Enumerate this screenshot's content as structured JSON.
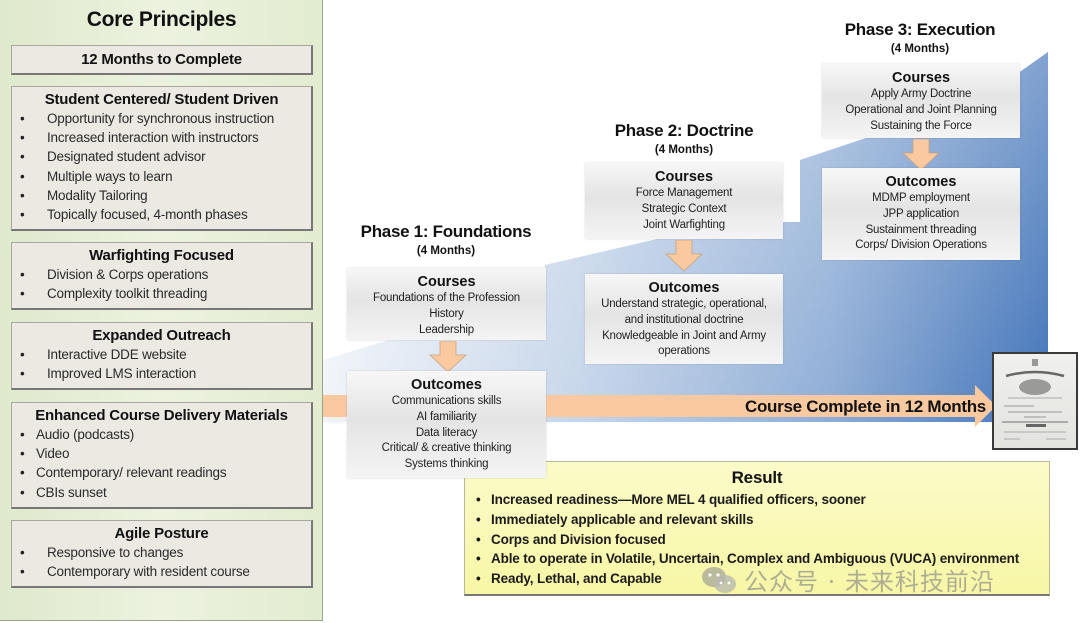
{
  "core_principles": {
    "title": "Core Principles",
    "duration": "12 Months to Complete",
    "sections": [
      {
        "heading": "Student Centered/ Student Driven",
        "items": [
          "Opportunity for synchronous instruction",
          "Increased interaction with instructors",
          "Designated student advisor",
          "Multiple ways to learn",
          "Modality Tailoring",
          "Topically focused, 4-month phases"
        ]
      },
      {
        "heading": "Warfighting Focused",
        "items": [
          "Division & Corps operations",
          "Complexity toolkit threading"
        ]
      },
      {
        "heading": "Expanded Outreach",
        "items": [
          "Interactive DDE website",
          "Improved LMS interaction"
        ]
      },
      {
        "heading": "Enhanced Course Delivery Materials",
        "items": [
          "Audio (podcasts)",
          "Video",
          "Contemporary/ relevant readings",
          "CBIs sunset"
        ]
      },
      {
        "heading": "Agile Posture",
        "items": [
          "Responsive to changes",
          "Contemporary with resident course"
        ]
      }
    ]
  },
  "phases": [
    {
      "title": "Phase 1: Foundations",
      "duration": "(4 Months)",
      "courses_heading": "Courses",
      "courses": [
        "Foundations of the Profession",
        "History",
        "Leadership"
      ],
      "outcomes_heading": "Outcomes",
      "outcomes": [
        "Communications skills",
        "AI familiarity",
        "Data literacy",
        "Critical/ & creative thinking",
        "Systems thinking"
      ]
    },
    {
      "title": "Phase 2: Doctrine",
      "duration": "(4 Months)",
      "courses_heading": "Courses",
      "courses": [
        "Force Management",
        "Strategic Context",
        "Joint Warfighting"
      ],
      "outcomes_heading": "Outcomes",
      "outcomes": [
        "Understand strategic, operational,",
        "and institutional doctrine",
        "Knowledgeable in Joint and Army",
        "operations"
      ]
    },
    {
      "title": "Phase 3: Execution",
      "duration": "(4 Months)",
      "courses_heading": "Courses",
      "courses": [
        "Apply Army Doctrine",
        "Operational and Joint Planning",
        "Sustaining the Force"
      ],
      "outcomes_heading": "Outcomes",
      "outcomes": [
        "MDMP employment",
        "JPP application",
        "Sustainment threading",
        "Corps/ Division Operations"
      ]
    }
  ],
  "timeline": {
    "label": "Course Complete in 12 Months",
    "end_icon": "diploma-certificate"
  },
  "result": {
    "heading": "Result",
    "items": [
      "Increased readiness—More MEL 4 qualified officers, sooner",
      "Immediately applicable and relevant skills",
      "Corps and Division focused",
      "Able to operate in Volatile, Uncertain, Complex and Ambiguous (VUCA) environment",
      "Ready, Lethal, and Capable"
    ]
  },
  "watermark": {
    "text": "公众号 · 未来科技前沿",
    "icon": "wechat-icon"
  },
  "colors": {
    "stair_blue_dark": "#3f72b8",
    "stair_blue_light": "#e6edf6",
    "arrow_peach": "#fac9a0",
    "panel_green": "#e4ecd2",
    "result_yellow": "#f9f8b0"
  }
}
